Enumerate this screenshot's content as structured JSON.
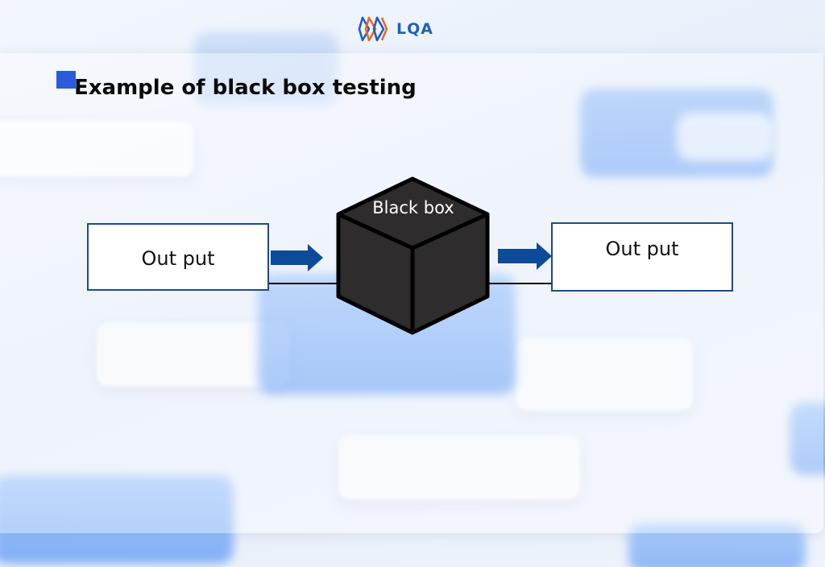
{
  "header": {
    "logo_text": "LQA"
  },
  "slide": {
    "title": "Example of black box testing"
  },
  "diagram": {
    "input_label": "Out put",
    "box_label": "Black box",
    "output_label": "Out put",
    "colors": {
      "box_fill": "#2e2c2d",
      "box_stroke": "#000000",
      "arrow": "#0d4a9a",
      "io_border": "#1e4a8f",
      "title_marker": "#2a5bdc",
      "logo_blue": "#1f5fbf",
      "logo_orange": "#e8682a"
    }
  }
}
